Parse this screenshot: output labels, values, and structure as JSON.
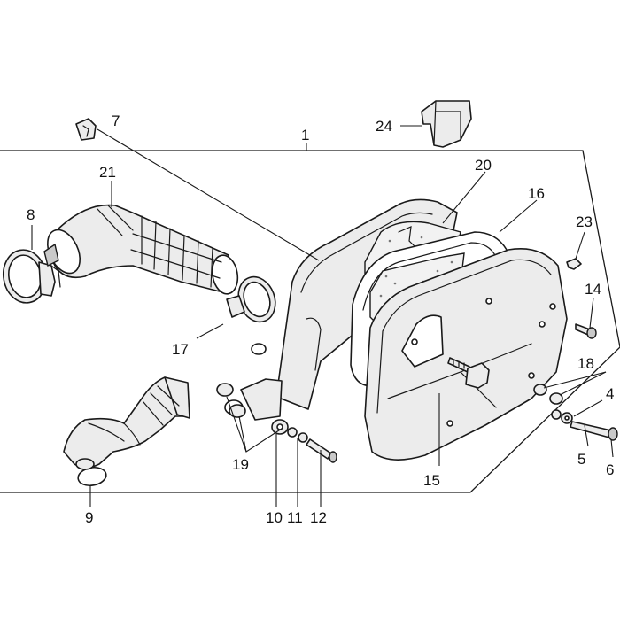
{
  "callouts": {
    "c1": "1",
    "c4": "4",
    "c5": "5",
    "c6": "6",
    "c7": "7",
    "c8": "8",
    "c9": "9",
    "c10": "10",
    "c11": "11",
    "c12": "12",
    "c14": "14",
    "c15": "15",
    "c16": "16",
    "c17": "17",
    "c18": "18",
    "c19": "19",
    "c20": "20",
    "c21": "21",
    "c23": "23",
    "c24": "24"
  },
  "colors": {
    "line": "#1a1a1a",
    "fill": "#ececec",
    "background": "#ffffff"
  }
}
